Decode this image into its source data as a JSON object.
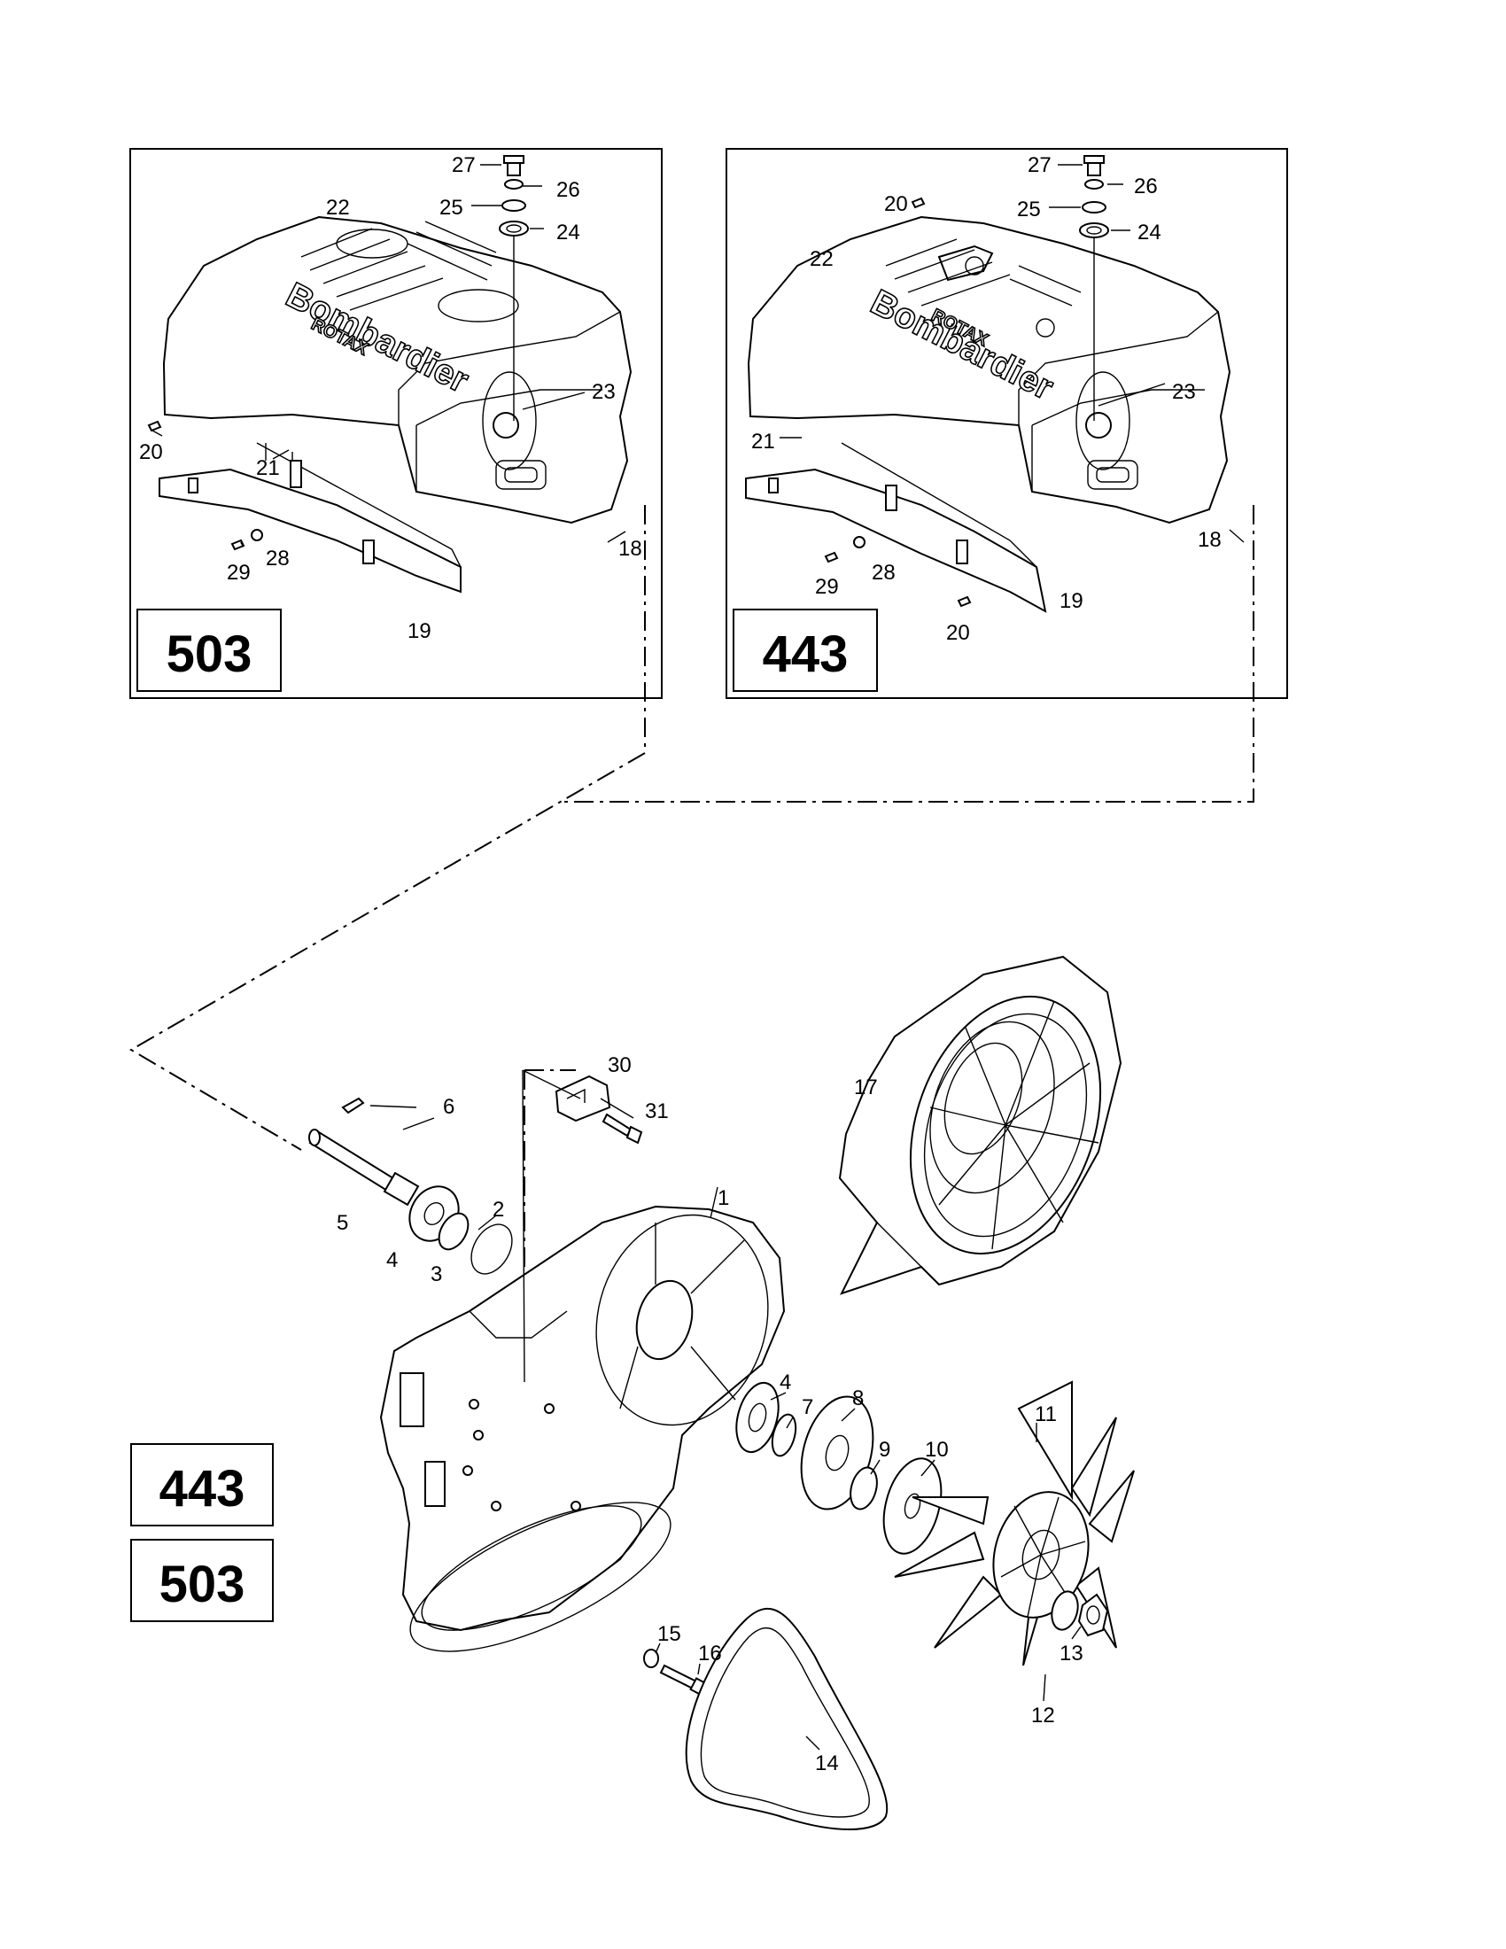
{
  "insets": [
    {
      "model": "503",
      "callouts": [
        "27",
        "26",
        "25",
        "24",
        "22",
        "23",
        "20",
        "21",
        "18",
        "28",
        "29",
        "19"
      ],
      "cover_brand": "Bombardier",
      "cover_sub": "ROTAX"
    },
    {
      "model": "443",
      "callouts": [
        "27",
        "26",
        "20",
        "25",
        "24",
        "22",
        "23",
        "21",
        "18",
        "29",
        "28",
        "19",
        "20"
      ],
      "cover_brand": "Bombardier",
      "cover_sub": "ROTAX"
    }
  ],
  "main": {
    "callouts": [
      "30",
      "6",
      "31",
      "17",
      "5",
      "2",
      "1",
      "4",
      "3",
      "4",
      "7",
      "8",
      "11",
      "9",
      "10",
      "15",
      "16",
      "13",
      "12",
      "14"
    ]
  },
  "model_boxes": [
    "443",
    "503"
  ]
}
